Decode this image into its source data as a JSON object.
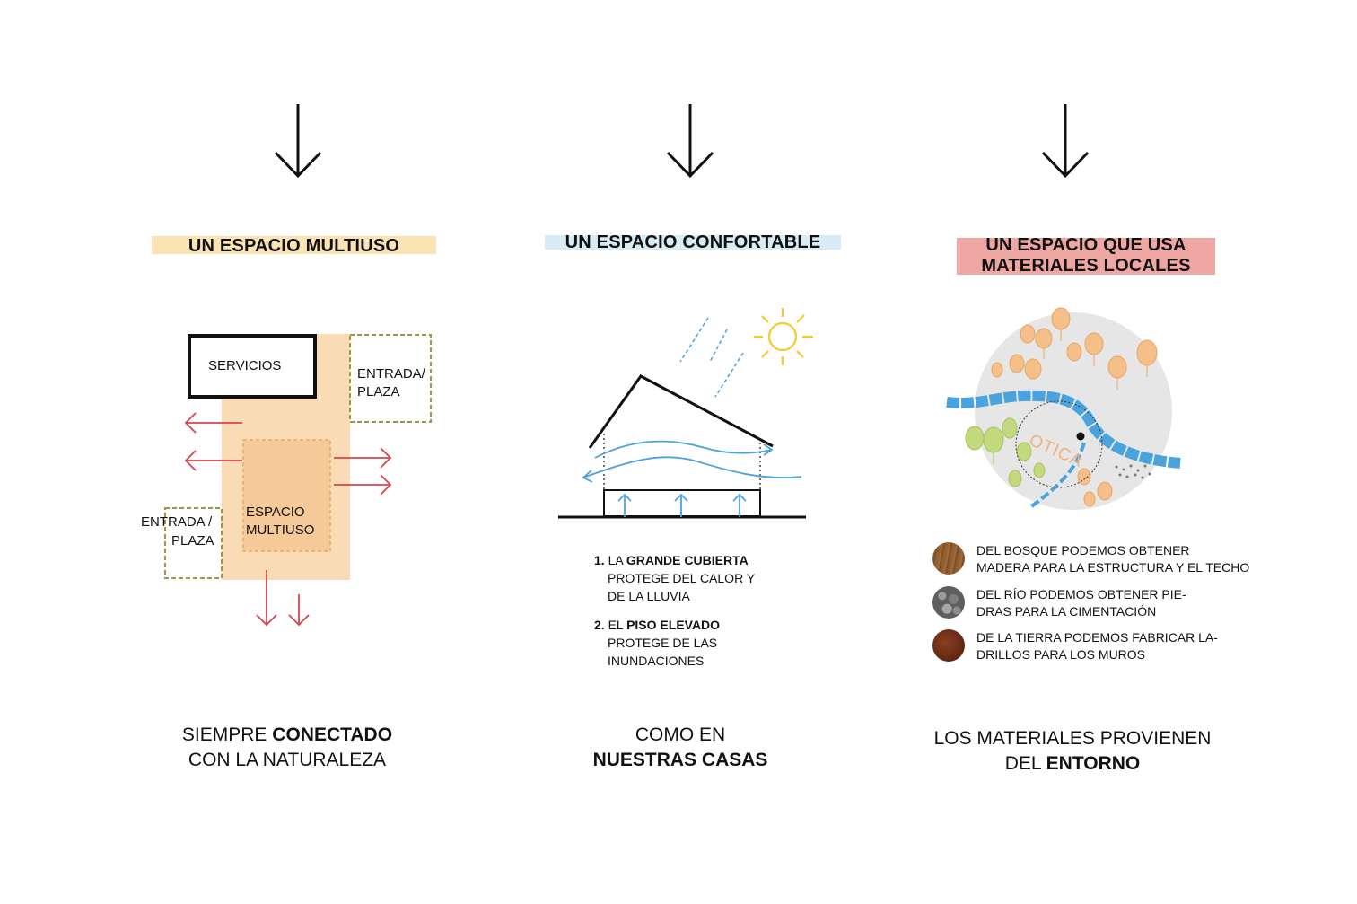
{
  "columns": {
    "multiuso": {
      "title": "UN ESPACIO MULTIUSO",
      "labels": {
        "servicios": "SERVICIOS",
        "entrada_top_1": "ENTRADA/",
        "entrada_top_2": "PLAZA",
        "entrada_left_1": "ENTRADA /",
        "entrada_left_2": "PLAZA",
        "espacio_1": "ESPACIO",
        "espacio_2": "MULTIUSO"
      },
      "caption": {
        "pre": "SIEMPRE ",
        "bold": "CONECTADO",
        "line2": "CON LA NATURALEZA"
      }
    },
    "confortable": {
      "title": "UN ESPACIO CONFORTABLE",
      "notes": [
        {
          "num": "1.",
          "pre": "LA ",
          "bold": "GRANDE CUBIERTA",
          "line2": "PROTEGE DEL CALOR Y",
          "line3": "DE LA LLUVIA"
        },
        {
          "num": "2.",
          "pre": "EL ",
          "bold": "PISO ELEVADO",
          "line2": "PROTEGE DE LAS",
          "line3": "INUNDACIONES"
        }
      ],
      "caption": {
        "line1": "COMO EN",
        "bold": "NUESTRAS CASAS"
      }
    },
    "materiales": {
      "title_line1": "UN ESPACIO QUE USA",
      "title_line2": "MATERIALES LOCALES",
      "map_label": "OTICA",
      "materials": [
        {
          "icon": "wood-texture-icon",
          "line1": "DEL BOSQUE PODEMOS OBTENER",
          "line2": "MADERA  PARA LA ESTRUCTURA Y EL TECHO"
        },
        {
          "icon": "stones-texture-icon",
          "line1": "DEL RÍO PODEMOS OBTENER PIE-",
          "line2": "DRAS PARA LA CIMENTACIÓN"
        },
        {
          "icon": "earth-texture-icon",
          "line1": "DE LA TIERRA PODEMOS FABRICAR LA-",
          "line2": "DRILLOS PARA LOS MUROS"
        }
      ],
      "caption": {
        "line1": "LOS MATERIALES PROVIENEN",
        "pre": "DEL ",
        "bold": "ENTORNO"
      }
    }
  },
  "colors": {
    "highlight_yellow": "#fbe3b4",
    "highlight_blue": "#d8ecf5",
    "highlight_pink": "#eea7a3",
    "multiuso_fill": "#f9dcb6",
    "arrow_red": "#d9434f",
    "dashed_olive": "#a89440",
    "air_blue": "#4aa3dd",
    "sun_yellow": "#f7c82f",
    "river_blue": "#4aa3dd",
    "tree_orange": "#f5bf8a",
    "tree_green": "#c3d97e",
    "map_grey": "#e6e6e6"
  }
}
